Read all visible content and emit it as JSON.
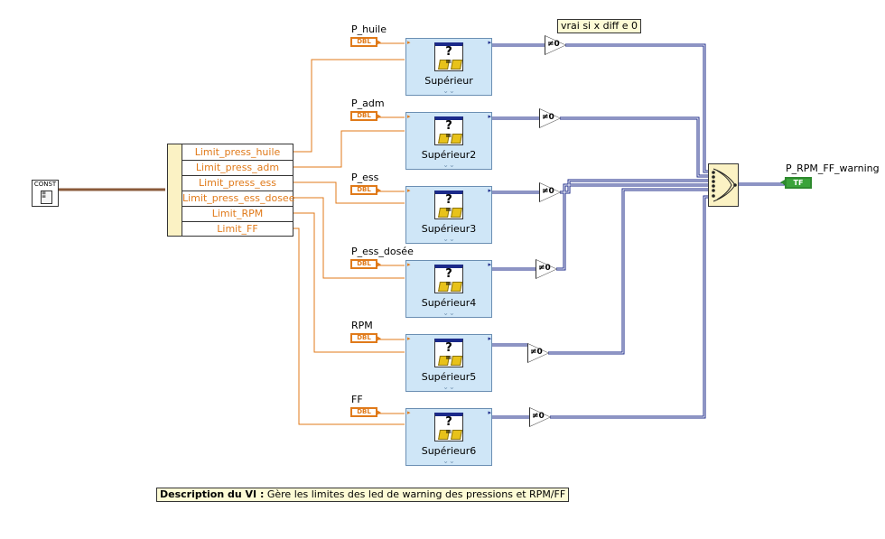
{
  "constant": {
    "label": "CONST"
  },
  "cluster": {
    "fields": [
      "Limit_press_huile",
      "Limit_press_adm",
      "Limit_press_ess",
      "Limit_press_ess_dosee",
      "Limit_RPM",
      "Limit_FF"
    ]
  },
  "inputs": [
    {
      "label": "P_huile",
      "type": "DBL"
    },
    {
      "label": "P_adm",
      "type": "DBL"
    },
    {
      "label": "P_ess",
      "type": "DBL"
    },
    {
      "label": "P_ess_dosée",
      "type": "DBL"
    },
    {
      "label": "RPM",
      "type": "DBL"
    },
    {
      "label": "FF",
      "type": "DBL"
    }
  ],
  "subvis": [
    {
      "name": "Supérieur"
    },
    {
      "name": "Supérieur2"
    },
    {
      "name": "Supérieur3"
    },
    {
      "name": "Supérieur4"
    },
    {
      "name": "Supérieur5"
    },
    {
      "name": "Supérieur6"
    }
  ],
  "not_equal_zero": {
    "symbol": "≠0"
  },
  "comment": "vrai si x diff e 0",
  "output": {
    "label": "P_RPM_FF_warning",
    "type": "TF"
  },
  "description": {
    "bold": "Description du VI :",
    "text": " Gère les limites des led de warning des pressions et RPM/FF"
  },
  "colors": {
    "double_wire": "#e07a1a",
    "bool_wire": "#1b2a8a",
    "subvi_bg": "#cfe6f7",
    "bool_terminal": "#3aa33a"
  }
}
